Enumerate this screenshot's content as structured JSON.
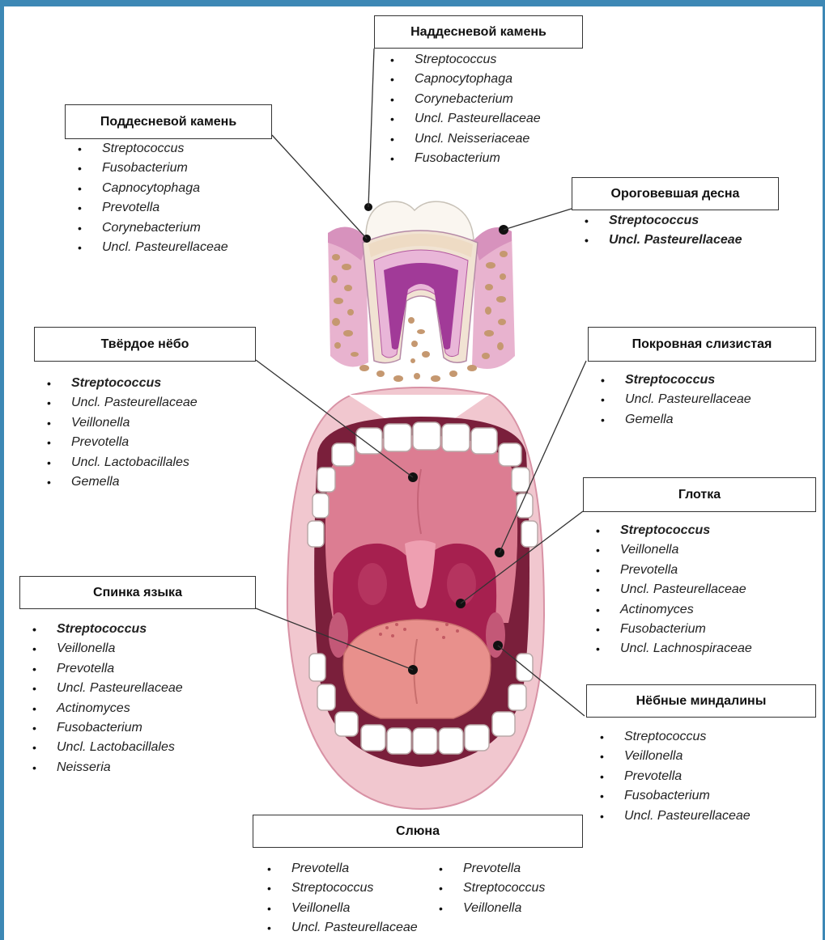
{
  "regions": [
    {
      "id": "supragingival",
      "title": "Наддесневой камень",
      "bold_first": false,
      "items": [
        "Streptococcus",
        "Capnocytophaga",
        "Corynebacterium",
        "Uncl. Pasteurellaceae",
        "Uncl. Neisseriaceae",
        "Fusobacterium"
      ]
    },
    {
      "id": "subgingival",
      "title": "Поддесневой камень",
      "bold_first": false,
      "items": [
        "Streptococcus",
        "Fusobacterium",
        "Capnocytophaga",
        "Prevotella",
        "Corynebacterium",
        "Uncl. Pasteurellaceae"
      ]
    },
    {
      "id": "keratinized",
      "title": "Ороговевшая десна",
      "bold_first": true,
      "bold_all": true,
      "items": [
        "Streptococcus",
        "Uncl. Pasteurellaceae"
      ]
    },
    {
      "id": "hard-palate",
      "title": "Твёрдое нёбо",
      "bold_first": true,
      "items": [
        "Streptococcus",
        "Uncl. Pasteurellaceae",
        "Veillonella",
        "Prevotella",
        "Uncl. Lactobacillales",
        "Gemella"
      ]
    },
    {
      "id": "buccal",
      "title": "Покровная слизистая",
      "bold_first": true,
      "items": [
        "Streptococcus",
        "Uncl. Pasteurellaceae",
        "Gemella"
      ]
    },
    {
      "id": "pharynx",
      "title": "Глотка",
      "bold_first": true,
      "items": [
        "Streptococcus",
        "Veillonella",
        "Prevotella",
        "Uncl. Pasteurellaceae",
        "Actinomyces",
        "Fusobacterium",
        "Uncl. Lachnospiraceae"
      ]
    },
    {
      "id": "tongue",
      "title": "Спинка языка",
      "bold_first": true,
      "items": [
        "Streptococcus",
        "Veillonella",
        "Prevotella",
        "Uncl. Pasteurellaceae",
        "Actinomyces",
        "Fusobacterium",
        "Uncl. Lactobacillales",
        "Neisseria"
      ]
    },
    {
      "id": "tonsils",
      "title": "Нёбные миндалины",
      "bold_first": false,
      "items": [
        "Streptococcus",
        "Veillonella",
        "Prevotella",
        "Fusobacterium",
        "Uncl. Pasteurellaceae"
      ]
    },
    {
      "id": "saliva",
      "title": "Слюна",
      "bold_first": false,
      "items": [
        "Prevotella",
        "Streptococcus",
        "Veillonella",
        "Uncl. Pasteurellaceae"
      ],
      "items_col2": [
        "Prevotella",
        "Streptococcus",
        "Veillonella"
      ]
    }
  ],
  "colors": {
    "frame": "#3d88b5",
    "gum": "#e5a7c6",
    "pulp": "#a13a98",
    "lips": "#f1c7cf",
    "palate": "#dc7d92",
    "throat": "#a6204f",
    "tongue": "#e8908c"
  }
}
